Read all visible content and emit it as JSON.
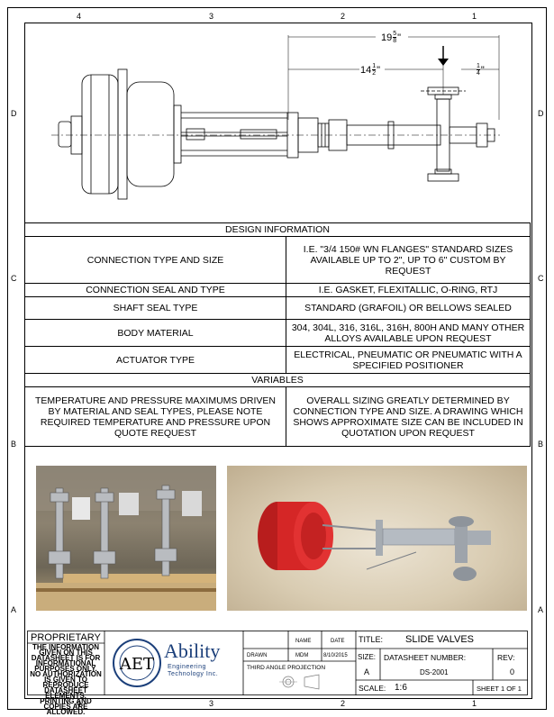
{
  "zone_cols": [
    "4",
    "3",
    "2",
    "1"
  ],
  "zone_rows": [
    "D",
    "C",
    "B",
    "A"
  ],
  "dims": {
    "overall_whole": "19",
    "overall_num": "5",
    "overall_den": "8",
    "overall_unit": "\"",
    "mid_whole": "14",
    "mid_num": "1",
    "mid_den": "2",
    "mid_unit": "\"",
    "small_num": "1",
    "small_den": "4",
    "small_unit": "\""
  },
  "design": {
    "header": "DESIGN INFORMATION",
    "rows": [
      {
        "label": "CONNECTION TYPE AND SIZE",
        "value": "I.E. \"3/4 150# WN FLANGES\" STANDARD SIZES AVAILABLE UP TO 2\", UP TO 6\" CUSTOM BY REQUEST"
      },
      {
        "label": "CONNECTION SEAL AND TYPE",
        "value": "I.E. GASKET, FLEXITALLIC, O-RING, RTJ"
      },
      {
        "label": "SHAFT SEAL TYPE",
        "value": "STANDARD (GRAFOIL) OR BELLOWS SEALED"
      },
      {
        "label": "BODY MATERIAL",
        "value": "304, 304L, 316, 316L, 316H, 800H AND MANY OTHER ALLOYS AVAILABLE UPON REQUEST"
      },
      {
        "label": "ACTUATOR TYPE",
        "value": "ELECTRICAL, PNEUMATIC OR PNEUMATIC WITH A SPECIFIED POSITIONER"
      }
    ],
    "variables_header": "VARIABLES",
    "variables_left": "TEMPERATURE AND PRESSURE MAXIMUMS DRIVEN BY MATERIAL AND SEAL TYPES, PLEASE NOTE REQUIRED TEMPERATURE AND PRESSURE UPON QUOTE REQUEST",
    "variables_right": "OVERALL SIZING GREATLY DETERMINED BY CONNECTION TYPE AND SIZE.  A DRAWING WHICH SHOWS APPROXIMATE SIZE CAN BE INCLUDED IN QUOTATION UPON REQUEST"
  },
  "titleblock": {
    "proprietary": "PROPRIETARY",
    "proprietary_note": "THE INFORMATION GIVEN ON THIS DATASHEET IS FOR INFORMATIONAL PURPOSES ONLY. NO AUTHORIZATION IS GIVEN TO REPRODUCE DATASHEET ELEMENTS. PRINTING AND COPIES ARE ALLOWED.",
    "logo_name": "Ability",
    "logo_sub": "Engineering Technology Inc.",
    "name_hdr": "NAME",
    "date_hdr": "DATE",
    "drawn_label": "DRAWN",
    "drawn_name": "MDM",
    "drawn_date": "8/10/2015",
    "projection": "THIRD ANGLE PROJECTION",
    "title_label": "TITLE:",
    "title": "SLIDE VALVES",
    "size_label": "SIZE:",
    "size": "A",
    "ds_label": "DATASHEET NUMBER:",
    "ds": "DS-2001",
    "rev_label": "REV:",
    "rev": "0",
    "scale_label": "SCALE:",
    "scale": "1:6",
    "sheet": "SHEET 1 OF 1"
  }
}
